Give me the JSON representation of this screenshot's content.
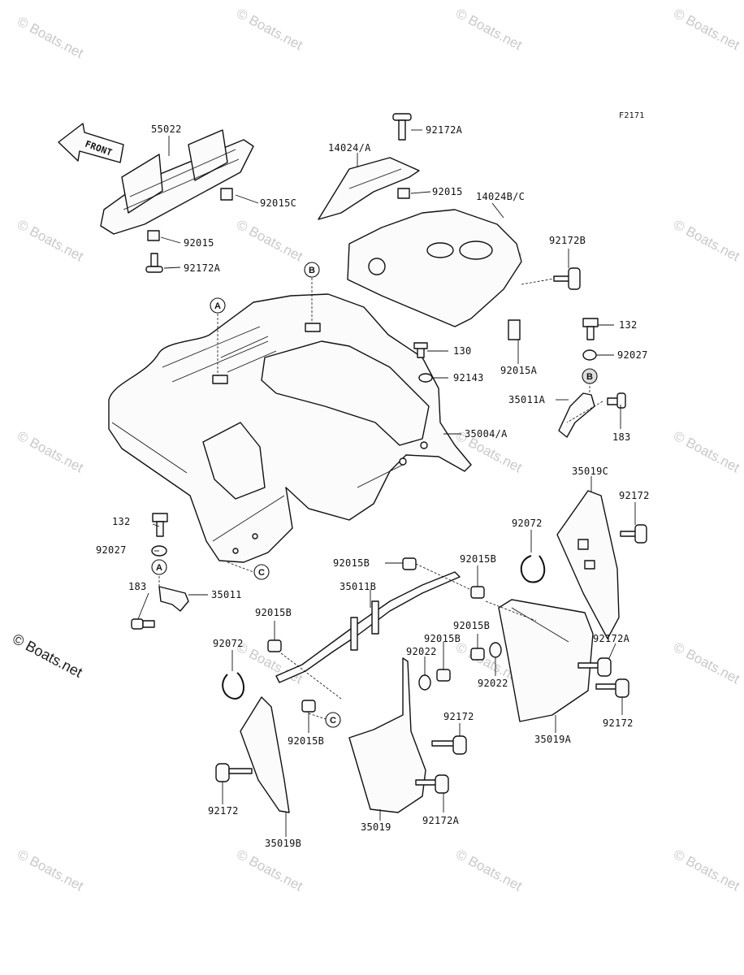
{
  "diagram": {
    "figure_code": "F2171",
    "front_label": "FRONT",
    "watermark": "© Boats.net",
    "side_watermark": "© Boats.net"
  },
  "callouts": {
    "c55022": "55022",
    "c92015C": "92015C",
    "c92015_a": "92015",
    "c92172A_a": "92172A",
    "c92172A_top": "92172A",
    "c14024A": "14024/A",
    "c92015_b": "92015",
    "c14024BC": "14024B/C",
    "c92172B": "92172B",
    "c132_r": "132",
    "c92027_r": "92027",
    "c130": "130",
    "c92143": "92143",
    "c92015A": "92015A",
    "c35011A": "35011A",
    "c183_r": "183",
    "c35004A": "35004/A",
    "c35019C": "35019C",
    "c92172_r1": "92172",
    "c92072_r": "92072",
    "c92015B_1": "92015B",
    "c92015B_2": "92015B",
    "c35011B": "35011B",
    "c92015B_3": "92015B",
    "c92015B_4": "92015B",
    "c92015B_5": "92015B",
    "c92015B_6": "92015B",
    "c92022_1": "92022",
    "c92022_2": "92022",
    "c92172A_r": "92172A",
    "c92172_r2": "92172",
    "c35019A": "35019A",
    "c132_l": "132",
    "c92027_l": "92027",
    "c183_l": "183",
    "c35011": "35011",
    "c92072_l": "92072",
    "c92172_m": "92172",
    "c92172_l": "92172",
    "c35019B": "35019B",
    "c35019": "35019",
    "c92172A_b": "92172A"
  },
  "refs": {
    "A": "A",
    "B": "B",
    "C": "C"
  }
}
